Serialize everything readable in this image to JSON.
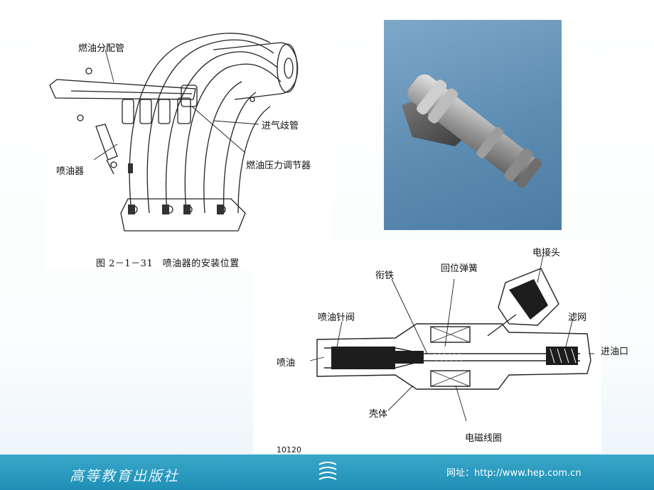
{
  "manifold_figure": {
    "labels": {
      "fuel_rail": "燃油分配管",
      "intake_manifold": "进气歧管",
      "pressure_regulator": "燃油压力调节器",
      "injector": "喷油器"
    },
    "caption": "图 2－1－31　喷油器的安装位置"
  },
  "injector_section": {
    "labels": {
      "connector": "电接头",
      "armature": "衔铁",
      "return_spring": "回位弹簧",
      "needle_valve": "喷油针阀",
      "filter": "滤网",
      "spray": "喷油",
      "inlet": "进油口",
      "housing": "壳体",
      "coil": "电磁线圈"
    }
  },
  "page_number": "10120",
  "footer": {
    "publisher": "高等教育出版社",
    "website": "网址：http://www.hep.com.cn"
  }
}
